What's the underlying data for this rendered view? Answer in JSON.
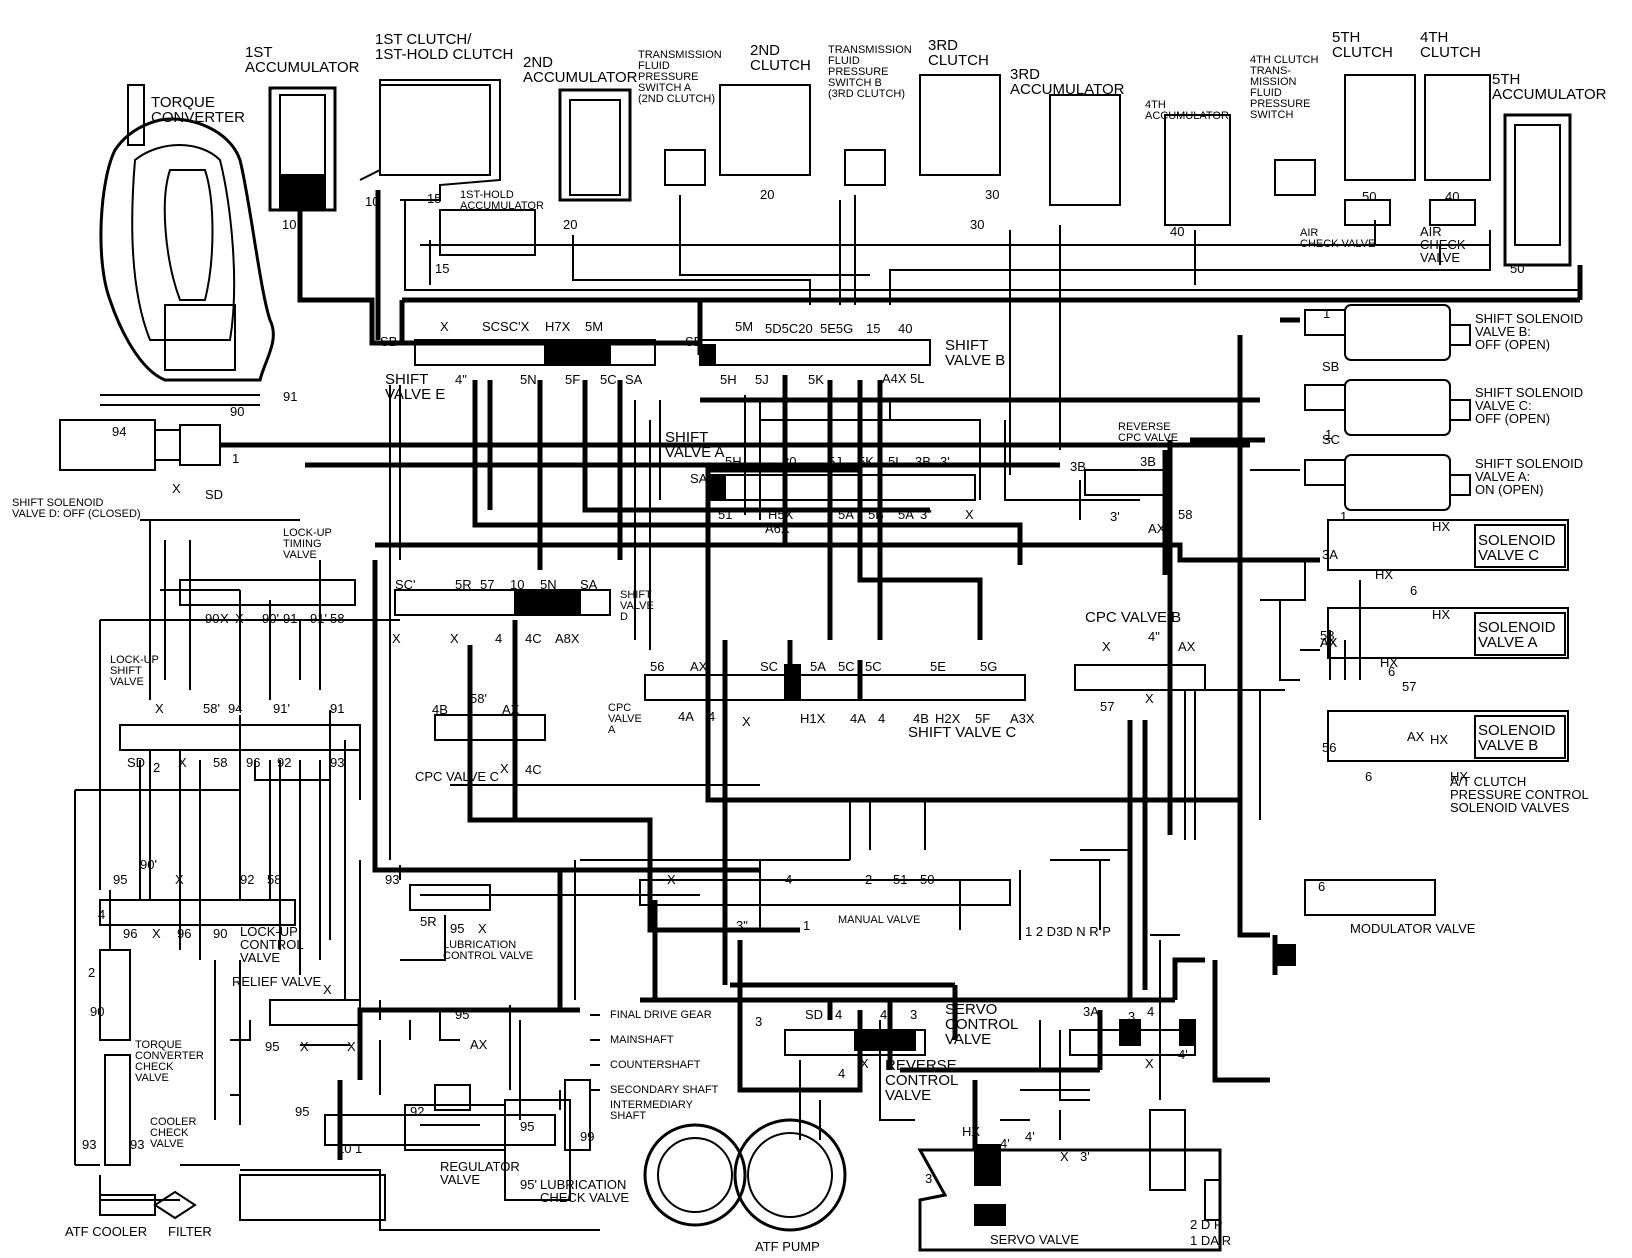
{
  "labels": {
    "torque_converter": "TORQUE\nCONVERTER",
    "first_accumulator": "1ST\nACCUMULATOR",
    "first_clutch": "1ST CLUTCH/\n1ST-HOLD CLUTCH",
    "second_accumulator": "2ND\nACCUMULATOR",
    "tfp_switch_a": "TRANSMISSION\nFLUID\nPRESSURE\nSWITCH A\n(2ND CLUTCH)",
    "second_clutch": "2ND\nCLUTCH",
    "tfp_switch_b": "TRANSMISSION\nFLUID\nPRESSURE\nSWITCH B\n(3RD CLUTCH)",
    "third_clutch": "3RD\nCLUTCH",
    "third_accumulator": "3RD\nACCUMULATOR",
    "fourth_accumulator": "4TH\nACCUMULATOR",
    "fourth_clutch_switch": "4TH CLUTCH\nTRANS-\nMISSION\nFLUID\nPRESSURE\nSWITCH",
    "fifth_clutch": "5TH\nCLUTCH",
    "fourth_clutch": "4TH\nCLUTCH",
    "fifth_accumulator": "5TH\nACCUMULATOR",
    "first_hold_accumulator": "1ST-HOLD\nACCUMULATOR",
    "air_check_valve_1": "AIR\nCHECK VALVE",
    "air_check_valve_2": "AIR\nCHECK\nVALVE",
    "shift_valve_e": "SHIFT\nVALVE E",
    "shift_valve_b": "SHIFT\nVALVE B",
    "shift_valve_a": "SHIFT\nVALVE A",
    "shift_valve_c": "SHIFT VALVE C",
    "shift_valve_d": "SHIFT\nVALVE\nD",
    "reverse_cpc_valve": "REVERSE\nCPC VALVE",
    "cpc_valve_a": "CPC\nVALVE\nA",
    "cpc_valve_b": "CPC VALVE B",
    "cpc_valve_c": "CPC VALVE C",
    "shift_solenoid_b": "SHIFT SOLENOID\nVALVE B:\nOFF (OPEN)",
    "shift_solenoid_c": "SHIFT SOLENOID\nVALVE C:\nOFF (OPEN)",
    "shift_solenoid_a": "SHIFT SOLENOID\nVALVE A:\nON (OPEN)",
    "shift_solenoid_d": "SHIFT SOLENOID\nVALVE D: OFF (CLOSED)",
    "solenoid_valve_c": "SOLENOID\nVALVE C",
    "solenoid_valve_a": "SOLENOID\nVALVE A",
    "solenoid_valve_b": "SOLENOID\nVALVE B",
    "at_clutch_pcs": "A/T CLUTCH\nPRESSURE CONTROL\nSOLENOID VALVES",
    "lockup_timing_valve": "LOCK-UP\nTIMING\nVALVE",
    "lockup_shift_valve": "LOCK-UP\nSHIFT\nVALVE",
    "lockup_control_valve": "LOCK-UP\nCONTROL\nVALVE",
    "relief_valve": "RELIEF VALVE",
    "lubrication_control_valve": "LUBRICATION\nCONTROL VALVE",
    "torque_converter_check_valve": "TORQUE\nCONVERTER\nCHECK\nVALVE",
    "cooler_check_valve": "COOLER\nCHECK\nVALVE",
    "manual_valve": "MANUAL VALVE",
    "modulator_valve": "MODULATOR VALVE",
    "servo_control_valve": "SERVO\nCONTROL\nVALVE",
    "reverse_control_valve": "REVERSE\nCONTROL\nVALVE",
    "final_drive_gear": "FINAL DRIVE GEAR",
    "mainshaft": "MAINSHAFT",
    "countershaft": "COUNTERSHAFT",
    "secondary_shaft": "SECONDARY SHAFT",
    "intermediary_shaft": "INTERMEDIARY\nSHAFT",
    "regulator_valve": "REGULATOR\nVALVE",
    "lubrication_check_valve": "LUBRICATION\nCHECK VALVE",
    "atf_cooler": "ATF COOLER",
    "filter": "FILTER",
    "atf_pump": "ATF PUMP",
    "servo_valve": "SERVO VALVE",
    "manual_positions": "1 2 D3D N R   P",
    "servo_positions_top": "2  D   P",
    "servo_positions_bottom": "1  Da   R"
  },
  "ports": [
    "10",
    "10",
    "15",
    "15",
    "1ST-HOLD",
    "20",
    "20",
    "30",
    "30",
    "40",
    "50",
    "40",
    "50",
    "SB",
    "X",
    "SCSC'X",
    "H7X",
    "5M",
    "SB",
    "5M",
    "5D5C20",
    "5E5G",
    "15",
    "40",
    "4\"",
    "5N",
    "5F",
    "5C",
    "SA",
    "5H",
    "5J",
    "5K",
    "A4X",
    "5L",
    "5H",
    "30",
    "5J",
    "5K",
    "5L",
    "3B",
    "3'",
    "SA",
    "51",
    "H5X",
    "A6X",
    "5A",
    "5B",
    "5A",
    "3\"",
    "X",
    "3B",
    "3B",
    "3'",
    "AX",
    "58",
    "90",
    "91",
    "94",
    "1",
    "X",
    "SD",
    "SC'",
    "5R",
    "57",
    "10",
    "5N",
    "SA",
    "X",
    "X",
    "4",
    "4C",
    "A8X",
    "56",
    "AX",
    "SC",
    "5A",
    "5C",
    "5C",
    "5E",
    "5G",
    "4A",
    "4",
    "X",
    "H1X",
    "4A",
    "4",
    "4B",
    "H2X",
    "5F",
    "A3X",
    "X",
    "4\"",
    "AX",
    "57",
    "X",
    "4B",
    "58'",
    "AX",
    "4C",
    "X",
    "4",
    "90",
    "X",
    "X",
    "90'",
    "91",
    "91'",
    "58",
    "X",
    "58'",
    "94",
    "91'",
    "91",
    "SD",
    "2",
    "X",
    "58",
    "96",
    "92",
    "93",
    "95",
    "90'",
    "X",
    "92",
    "58",
    "96",
    "X",
    "96",
    "90",
    "93",
    "5R",
    "95",
    "X",
    "X",
    "95",
    "X",
    "X",
    "2",
    "90",
    "93",
    "93",
    "X",
    "4",
    "2",
    "51",
    "50",
    "3\"",
    "1",
    "3",
    "SD",
    "4",
    "4",
    "3",
    "4",
    "X",
    "3A",
    "3",
    "4",
    "X",
    "4'",
    "10",
    "1",
    "92",
    "95",
    "95",
    "99",
    "95'",
    "95",
    "AX",
    "HX",
    "4'",
    "4'",
    "X",
    "3'",
    "3",
    "3A",
    "HX",
    "AX",
    "HX",
    "6",
    "58",
    "HX",
    "AX",
    "HX",
    "6",
    "57",
    "56",
    "HX",
    "6",
    "HX",
    "AX",
    "6",
    "1",
    "SB",
    "1",
    "SC",
    "1",
    "SA"
  ]
}
